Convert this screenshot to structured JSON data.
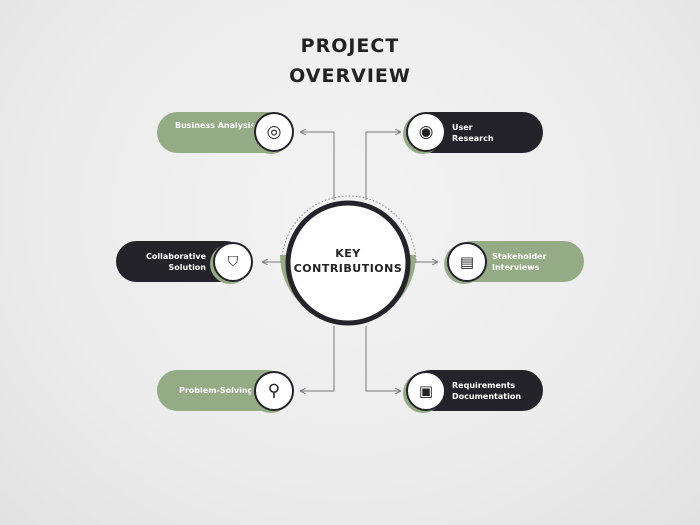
{
  "title": {
    "line1": "PROJECT",
    "line2": "OVERVIEW"
  },
  "center": {
    "line1": "KEY",
    "line2": "CONTRIBUTIONS"
  },
  "colors": {
    "green": "#94ab86",
    "dark": "#25232a"
  },
  "nodes": [
    {
      "label": "Business Analysis",
      "icon": "target-icon",
      "style": "green"
    },
    {
      "label1": "User",
      "label2": "Research",
      "icon": "research-target-icon",
      "style": "dark"
    },
    {
      "label1": "Collaborative",
      "label2": "Solution",
      "icon": "shield-scan-icon",
      "style": "dark"
    },
    {
      "label1": "Stakeholder",
      "label2": "Interviews",
      "icon": "document-search-icon",
      "style": "green"
    },
    {
      "label": "Problem-Solving",
      "icon": "magnifier-gear-icon",
      "style": "green"
    },
    {
      "label1": "Requirements",
      "label2": "Documentation",
      "icon": "monitor-chart-icon",
      "style": "dark"
    }
  ]
}
